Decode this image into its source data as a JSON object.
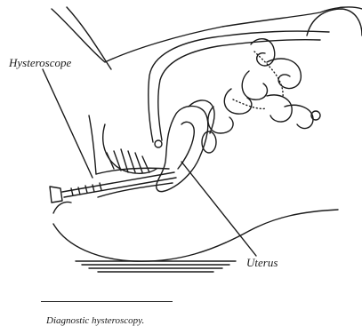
{
  "figure": {
    "labels": {
      "hysteroscope": "Hysteroscope",
      "uterus": "Uterus"
    },
    "caption": "Diagnostic hysteroscopy.",
    "colors": {
      "ink": "#1a1a1a",
      "paper": "#ffffff"
    }
  }
}
